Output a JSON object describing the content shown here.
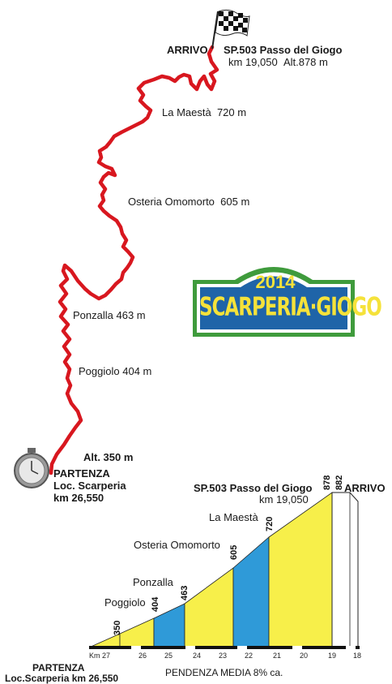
{
  "route_map": {
    "finish_label": "ARRIVO",
    "finish_road": "SP.503 Passo del Giogo",
    "finish_km": "km 19,050",
    "finish_alt": "Alt.878 m",
    "waypoints": [
      {
        "name": "La Maestà",
        "alt": "720 m"
      },
      {
        "name": "Osteria Omomorto",
        "alt": "605 m"
      },
      {
        "name": "Ponzalla",
        "alt": "463 m"
      },
      {
        "name": "Poggiolo",
        "alt": "404 m"
      }
    ],
    "start_alt": "Alt. 350 m",
    "start_label": "PARTENZA",
    "start_place": "Loc. Scarperia",
    "start_km": "km 26,550"
  },
  "logo": {
    "year": "2014",
    "name": "SCARPERIA·GIOGO",
    "colors": {
      "green": "#3f9b3c",
      "blue": "#1f64a8",
      "yellow": "#f5e23a"
    }
  },
  "profile": {
    "finish_road": "SP.503 Passo del Giogo",
    "finish_km": "km 19,050",
    "finish_label": "ARRIVO",
    "points": [
      "Poggiolo",
      "Ponzalla",
      "Osteria Omomorto",
      "La Maestà"
    ],
    "altitudes": [
      "350",
      "404",
      "463",
      "605",
      "720",
      "878",
      "882"
    ],
    "km_ticks": [
      "Km 27",
      "26",
      "25",
      "24",
      "23",
      "22",
      "21",
      "20",
      "19",
      "18"
    ],
    "start_label": "PARTENZA",
    "start_place": "Loc.Scarperia km 26,550",
    "average_grade": "PENDENZA MEDIA 8% ca.",
    "colors": {
      "yellow": "#f7ef4a",
      "blue": "#2f9ad8",
      "outline": "#222222"
    }
  },
  "route_color": "#d8171f"
}
